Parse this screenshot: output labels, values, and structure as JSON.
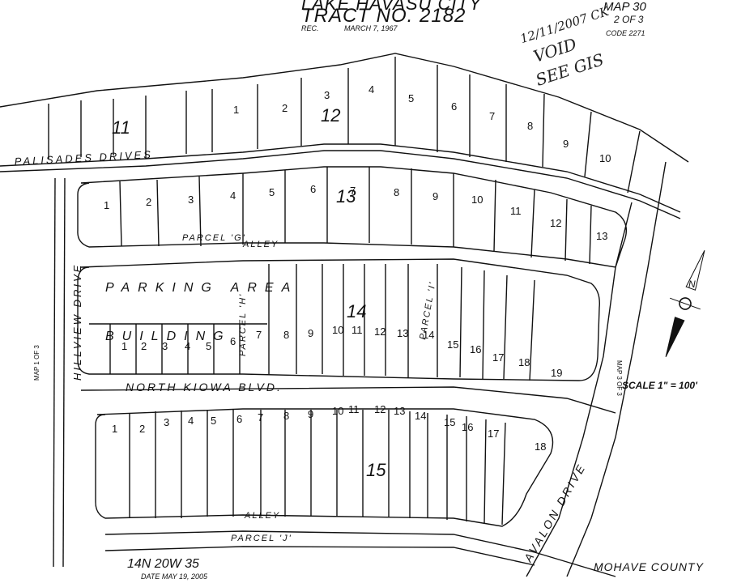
{
  "header": {
    "county_line": "LAKE HAVASU CITY",
    "tract": "TRACT NO. 2182",
    "rec_label": "REC.",
    "rec_date": "MARCH 7, 1967",
    "map_no": "MAP 30",
    "sheet": "2 OF 3",
    "code": "CODE 2271"
  },
  "handwritten_note": [
    "12/11/2007 CK",
    "VOID",
    "SEE GIS"
  ],
  "streets": {
    "palisades": "PALISADES DRIVES",
    "hillview": "HILLVIEW DRIVE",
    "north_kiowa": "NORTH KIOWA BLVD.",
    "avalon": "AVALON DRIVE",
    "parcel_g": "PARCEL 'G'",
    "parcel_h": "PARCEL 'H'",
    "parcel_i": "PARCEL 'I'",
    "parcel_j": "PARCEL 'J'",
    "alley_1": "ALLEY",
    "alley_2": "ALLEY",
    "parking_area": "PARKING AREA",
    "building": "BUILDING"
  },
  "blocks": {
    "b11": "11",
    "b12": "12",
    "b13": "13",
    "b14": "14",
    "b15": "15"
  },
  "lots": {
    "row1": [
      "1",
      "2",
      "3",
      "4",
      "5",
      "6",
      "7",
      "8",
      "9",
      "10"
    ],
    "row2": [
      "1",
      "2",
      "3",
      "4",
      "5",
      "6",
      "7",
      "8",
      "9",
      "10",
      "11",
      "12",
      "13"
    ],
    "row3": [
      "1",
      "2",
      "3",
      "4",
      "5",
      "6",
      "7",
      "8",
      "9",
      "10",
      "11",
      "12",
      "13",
      "14",
      "15",
      "16",
      "17",
      "18",
      "19"
    ],
    "row4": [
      "1",
      "2",
      "3",
      "4",
      "5",
      "6",
      "7",
      "8",
      "9",
      "10",
      "11",
      "12",
      "13",
      "14",
      "15",
      "16",
      "17",
      "18"
    ]
  },
  "scale": "SCALE 1\" = 100'",
  "north_letter": "N",
  "side_label_left": "MAP 1 OF 3",
  "side_label_right": "MAP 3 OF 3",
  "footer": {
    "township": "14N 20W 35",
    "date": "DATE MAY 19, 2005",
    "county": "MOHAVE COUNTY"
  }
}
